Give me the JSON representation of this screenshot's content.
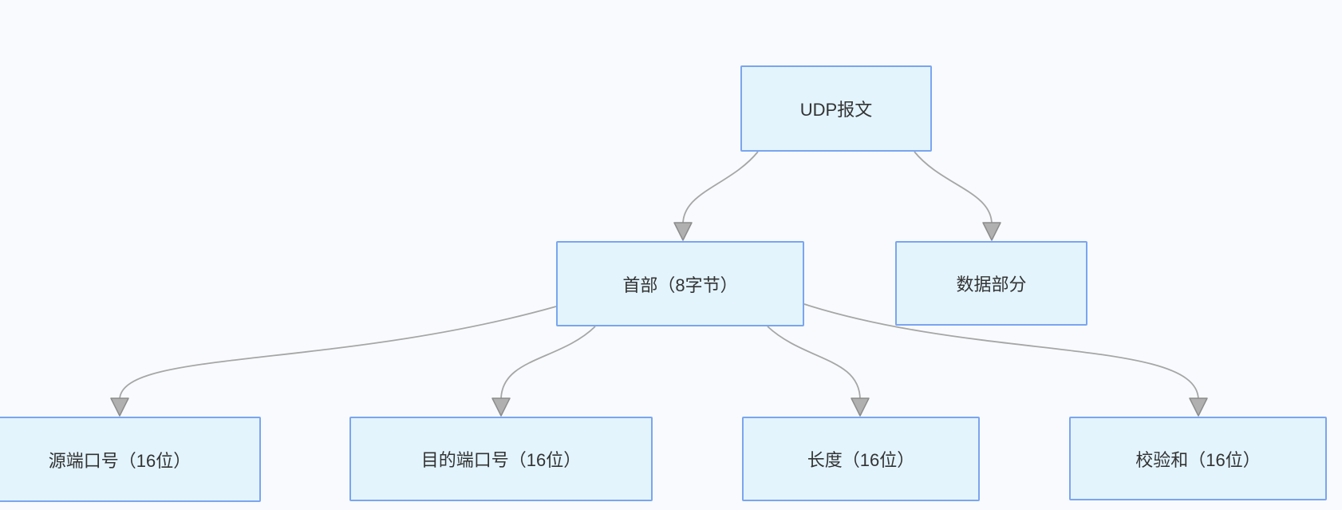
{
  "diagram": {
    "type": "flowchart-top-down",
    "nodes": {
      "udp": {
        "label": "UDP报文"
      },
      "header": {
        "label": "首部（8字节）"
      },
      "data": {
        "label": "数据部分"
      },
      "src_port": {
        "label": "源端口号（16位）"
      },
      "dst_port": {
        "label": "目的端口号（16位）"
      },
      "length": {
        "label": "长度（16位）"
      },
      "checksum": {
        "label": "校验和（16位）"
      }
    },
    "edges": [
      {
        "from": "UDP报文",
        "to": "首部（8字节）"
      },
      {
        "from": "UDP报文",
        "to": "数据部分"
      },
      {
        "from": "首部（8字节）",
        "to": "源端口号（16位）"
      },
      {
        "from": "首部（8字节）",
        "to": "目的端口号（16位）"
      },
      {
        "from": "首部（8字节）",
        "to": "长度（16位）"
      },
      {
        "from": "首部（8字节）",
        "to": "校验和（16位）"
      }
    ]
  },
  "colors": {
    "background": "#f8fafd",
    "node_fill": "#e3f4fd",
    "node_border": "#7aa5f0",
    "edge_line": "#a6a6a6",
    "arrowhead_fill": "#b0b0b0",
    "arrowhead_stroke": "#8c8c8c",
    "text": "#333333"
  }
}
